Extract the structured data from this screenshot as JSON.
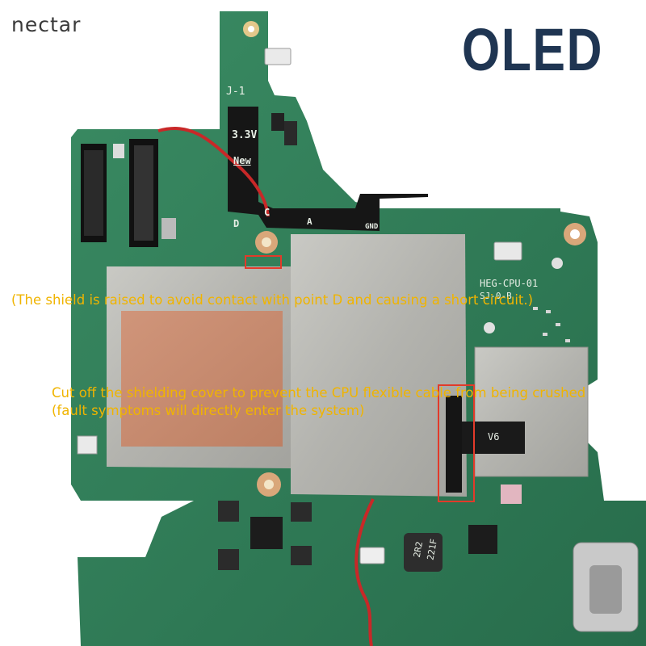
{
  "header": {
    "brand": "nectar",
    "model": "OLED"
  },
  "board": {
    "silkscreen": {
      "connector": "J-1",
      "voltage": "3.3V",
      "tag": "New",
      "point_d": "D",
      "point_c": "C",
      "point_a": "A",
      "ground": "GND",
      "board_id": "HEG-CPU-01",
      "board_rev": "SJ-0-B",
      "inductor": "2R2",
      "inductor_code": "221F",
      "flex_label": "V6"
    }
  },
  "annotations": {
    "shield_note": "(The shield is raised to avoid contact with point D and causing a short circuit.)",
    "cut_note_line1": "Cut off the shielding cover to prevent the CPU flexible cable from being crushed",
    "cut_note_line2": "(fault symptoms will directly enter the system)"
  },
  "colors": {
    "pcb": "#2f7d57",
    "shield": "#b9b9b4",
    "copper": "#c68a6e",
    "highlight": "#e23a2a",
    "note": "#f0b400",
    "model": "#1f3552"
  }
}
